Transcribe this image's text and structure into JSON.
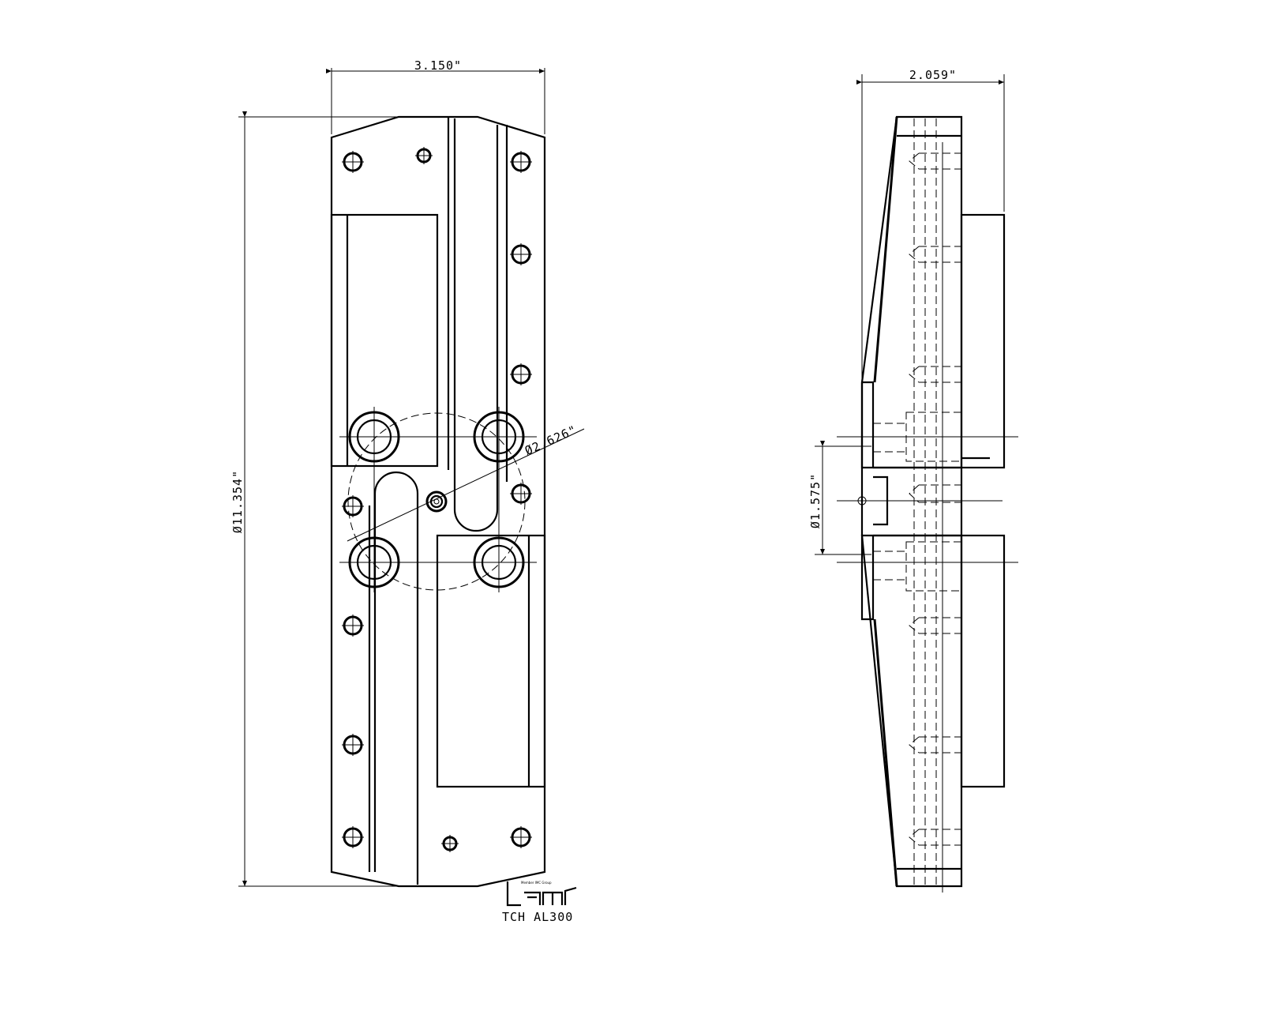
{
  "dimensions": {
    "width_front": "3.150\"",
    "width_side": "2.059\"",
    "height": "Ø11.354\"",
    "bolt_circle": "Ø2.626\"",
    "hub_diameter": "Ø1.575\""
  },
  "logo": {
    "brand_tagline": "Member IMC Group",
    "model": "TCH AL300"
  }
}
